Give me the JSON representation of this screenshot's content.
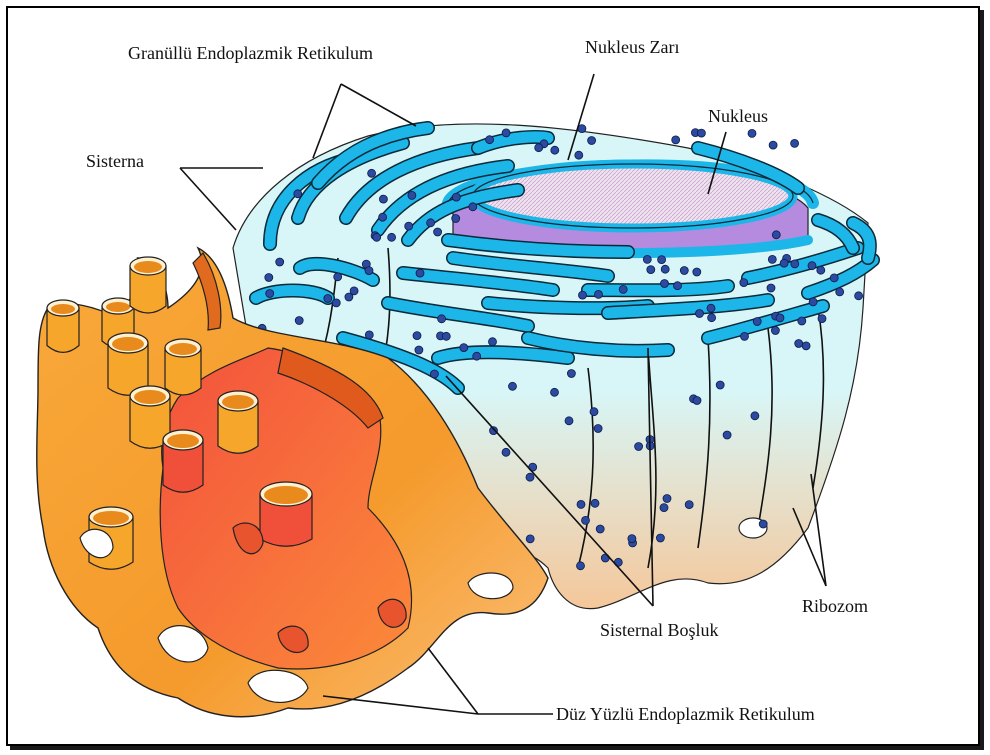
{
  "labels": {
    "rough_er": "Granüllü Endoplazmik Retikulum",
    "nuclear_envelope": "Nukleus Zarı",
    "nucleus": "Nukleus",
    "cisterna": "Sisterna",
    "ribosome": "Ribozom",
    "cisternal_space": "Sisternal Boşluk",
    "smooth_er": "Düz Yüzlü Endoplazmik Retikulum"
  },
  "colors": {
    "membrane": "#1cb6e8",
    "lumen": "#d8f6f7",
    "ribosome": "#2b4aa0",
    "nucleus_fill": "#e7d5ea",
    "nuclear_space": "#b58be0",
    "smooth_er_orange": "#f7a62c",
    "smooth_er_red": "#f0503a"
  }
}
